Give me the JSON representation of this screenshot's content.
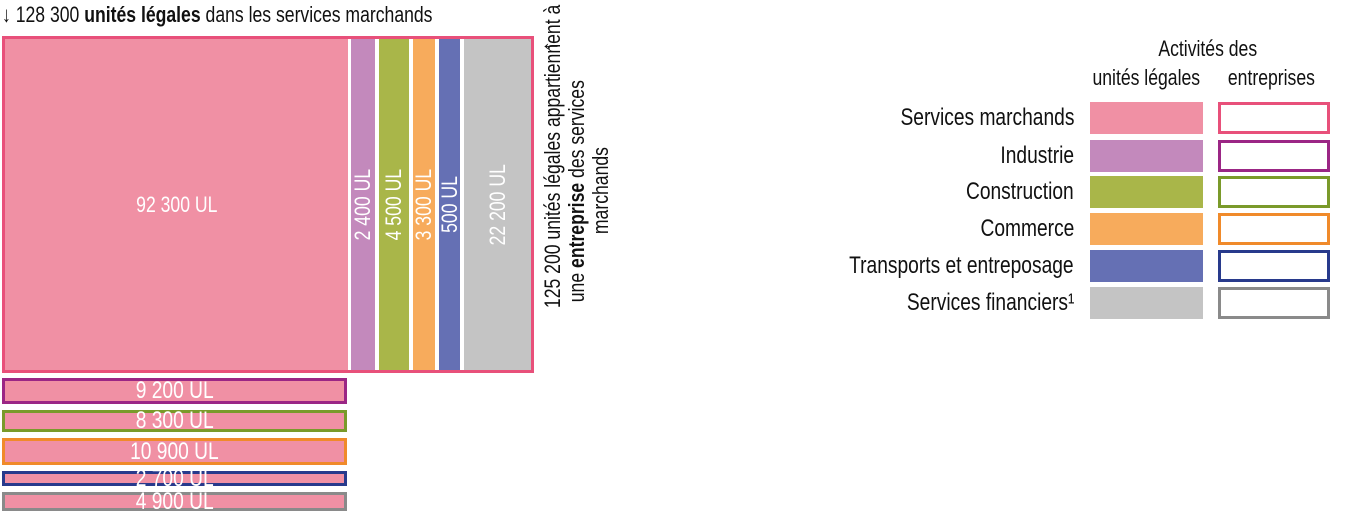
{
  "title": {
    "arrow": "↓",
    "number": "128 300",
    "bold": "unités légales",
    "rest": "dans les services marchands"
  },
  "side_note": {
    "arrow": "←",
    "line1": "125 200 unités légales appartiennent à",
    "line2_pre": "une",
    "line2_bold": "entreprise",
    "line2_post": "des services",
    "line3": "marchands"
  },
  "legend": {
    "header_top": "Activités des",
    "col1": "unités légales",
    "col2": "entreprises"
  },
  "chart_data": {
    "type": "treemap",
    "total_label": "128 300 unités légales dans les services marchands",
    "categories": [
      {
        "name": "Services marchands",
        "fill": "#f090a4",
        "border": "#e8507a",
        "in_services_enterprise": "92 300 UL",
        "services_ul_in_other_enterprise": null
      },
      {
        "name": "Industrie",
        "fill": "#c389bc",
        "border": "#9b2685",
        "in_services_enterprise": "2 400 UL",
        "services_ul_in_other_enterprise": "9 200 UL"
      },
      {
        "name": "Construction",
        "fill": "#a9b649",
        "border": "#7a9a2a",
        "in_services_enterprise": "4 500 UL",
        "services_ul_in_other_enterprise": "8 300 UL"
      },
      {
        "name": "Commerce",
        "fill": "#f7ab5c",
        "border": "#f08a2a",
        "in_services_enterprise": "3 300 UL",
        "services_ul_in_other_enterprise": "10 900 UL"
      },
      {
        "name": "Transports et entreposage",
        "fill": "#6570b4",
        "border": "#283a8c",
        "in_services_enterprise": "500 UL",
        "services_ul_in_other_enterprise": "2 700 UL"
      },
      {
        "name": "Services financiers¹",
        "fill": "#c4c4c4",
        "border": "#8a8a8a",
        "in_services_enterprise": "22 200 UL",
        "services_ul_in_other_enterprise": "4 900 UL"
      }
    ]
  }
}
